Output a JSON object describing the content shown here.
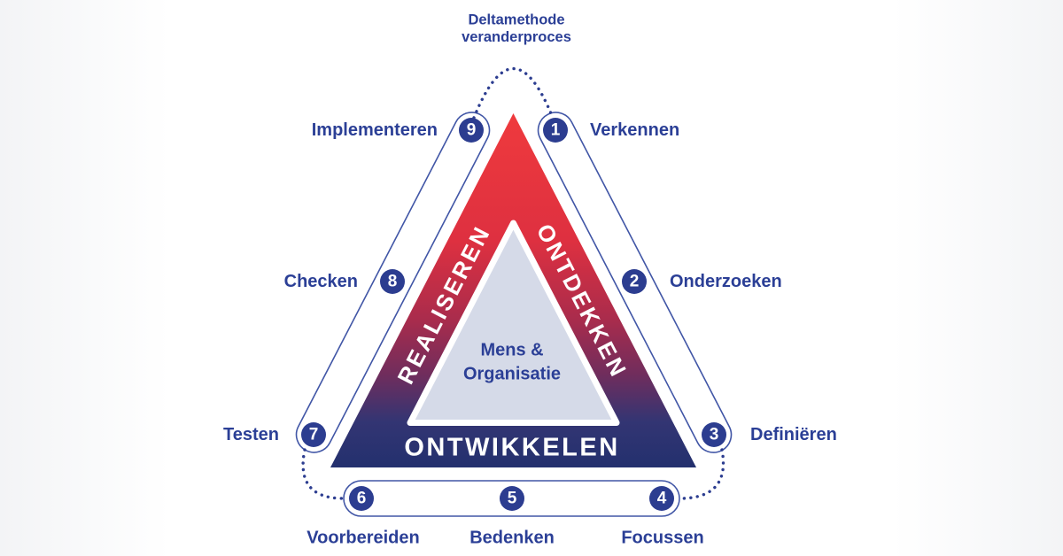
{
  "title": {
    "line1": "Deltamethode",
    "line2": "veranderproces"
  },
  "triangle": {
    "left_phase": "REALISEREN",
    "right_phase": "ONTDEKKEN",
    "bottom_phase": "ONTWIKKELEN",
    "center_line1": "Mens &",
    "center_line2": "Organisatie"
  },
  "steps": [
    {
      "number": "1",
      "label": "Verkennen"
    },
    {
      "number": "2",
      "label": "Onderzoeken"
    },
    {
      "number": "3",
      "label": "Definiëren"
    },
    {
      "number": "4",
      "label": "Focussen"
    },
    {
      "number": "5",
      "label": "Bedenken"
    },
    {
      "number": "6",
      "label": "Voorbereiden"
    },
    {
      "number": "7",
      "label": "Testen"
    },
    {
      "number": "8",
      "label": "Checken"
    },
    {
      "number": "9",
      "label": "Implementeren"
    }
  ],
  "colors": {
    "text_blue": "#2b3f96",
    "step_circle": "#2c3d90",
    "track_line": "#4156a6",
    "dotted_line": "#2c3d90",
    "gradient_top": "#ef3a3d",
    "gradient_red": "#de3040",
    "gradient_maroon": "#aa2c4c",
    "gradient_purple": "#6f2d5d",
    "gradient_dark": "#333573",
    "gradient_navy": "#23306e",
    "inner_triangle_fill": "#d5dae8",
    "inner_triangle_border": "#ffffff",
    "phase_text": "#ffffff"
  }
}
